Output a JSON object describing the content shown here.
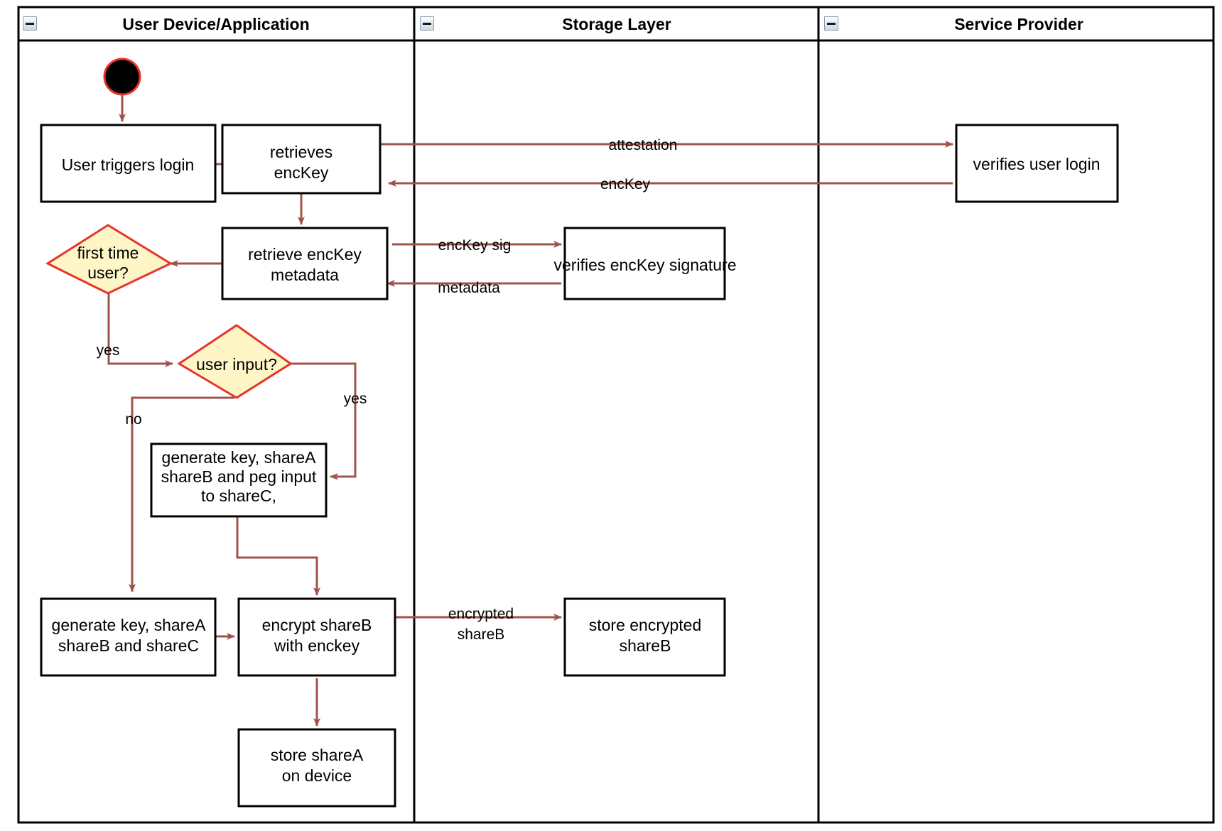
{
  "diagram": {
    "type": "uml-activity-swimlane",
    "lanes": [
      {
        "id": "lane-user-device",
        "title": "User Device/Application",
        "collapse_icon": "collapse-minus-icon"
      },
      {
        "id": "lane-storage",
        "title": "Storage Layer",
        "collapse_icon": "collapse-minus-icon"
      },
      {
        "id": "lane-service-provider",
        "title": "Service Provider",
        "collapse_icon": "collapse-minus-icon"
      }
    ],
    "start_node": {
      "name": "start-node",
      "shape": "filled-circle"
    },
    "nodes": [
      {
        "id": "n-user-triggers-login",
        "lane": "lane-user-device",
        "shape": "action",
        "lines": [
          "User triggers login"
        ]
      },
      {
        "id": "n-retrieves-enckey",
        "lane": "lane-user-device",
        "shape": "action",
        "lines": [
          "retrieves",
          "encKey"
        ]
      },
      {
        "id": "n-retrieve-enckey-metadata",
        "lane": "lane-user-device",
        "shape": "action",
        "lines": [
          "retrieve encKey",
          "metadata"
        ]
      },
      {
        "id": "n-first-time-user",
        "lane": "lane-user-device",
        "shape": "decision",
        "lines": [
          "first time",
          "user?"
        ]
      },
      {
        "id": "n-user-input",
        "lane": "lane-user-device",
        "shape": "decision",
        "lines": [
          "user input?"
        ]
      },
      {
        "id": "n-generate-peg",
        "lane": "lane-user-device",
        "shape": "action",
        "lines": [
          "generate key, shareA",
          "shareB and peg input",
          "to shareC,"
        ]
      },
      {
        "id": "n-generate-abc",
        "lane": "lane-user-device",
        "shape": "action",
        "lines": [
          "generate key, shareA",
          "shareB and shareC"
        ]
      },
      {
        "id": "n-encrypt-shareb",
        "lane": "lane-user-device",
        "shape": "action",
        "lines": [
          "encrypt shareB",
          "with enckey"
        ]
      },
      {
        "id": "n-store-sharea",
        "lane": "lane-user-device",
        "shape": "action",
        "lines": [
          "store shareA",
          "on device"
        ]
      },
      {
        "id": "n-verifies-enckey-signature",
        "lane": "lane-storage",
        "shape": "action",
        "lines": [
          "verifies encKey signature"
        ]
      },
      {
        "id": "n-store-encrypted-shareb",
        "lane": "lane-storage",
        "shape": "action",
        "lines": [
          "store encrypted",
          "shareB"
        ]
      },
      {
        "id": "n-verifies-user-login",
        "lane": "lane-service-provider",
        "shape": "action",
        "lines": [
          "verifies user login"
        ]
      }
    ],
    "edge_labels": [
      {
        "id": "e-attestation",
        "text": "attestation"
      },
      {
        "id": "e-enckey",
        "text": "encKey"
      },
      {
        "id": "e-enckey-sig",
        "text": "encKey sig"
      },
      {
        "id": "e-metadata",
        "text": "metadata"
      },
      {
        "id": "e-yes-first-time",
        "text": "yes"
      },
      {
        "id": "e-yes-user-input",
        "text": "yes"
      },
      {
        "id": "e-no-user-input",
        "text": "no"
      },
      {
        "id": "e-encrypted-line1",
        "text": "encrypted"
      },
      {
        "id": "e-encrypted-line2",
        "text": "shareB"
      }
    ],
    "colors": {
      "flow_arrow": "#a0534b",
      "decision_fill": "#fff6c8",
      "decision_stroke": "#e8342a",
      "node_stroke": "#000000",
      "node_fill": "#ffffff",
      "background": "#ffffff"
    }
  }
}
